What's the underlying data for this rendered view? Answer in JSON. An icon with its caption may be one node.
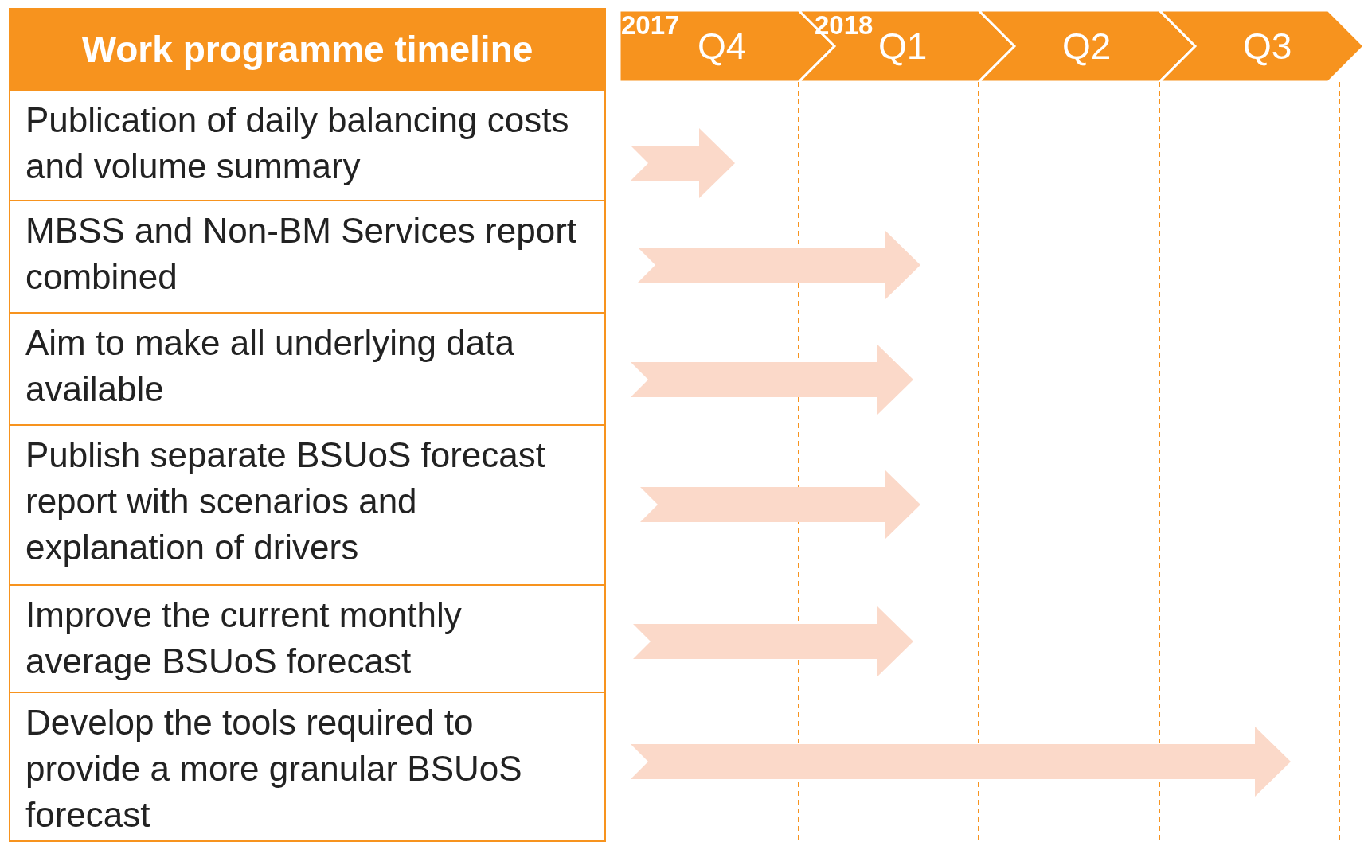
{
  "diagram": {
    "nodes": [
      {
        "text": [
          "Work programme timeline"
        ]
      },
      {
        "text": [
          "2017",
          "Q4"
        ]
      },
      {
        "text": [
          "2018",
          "Q1"
        ]
      },
      {
        "text": [
          "Q2"
        ]
      },
      {
        "text": [
          "Q3"
        ]
      },
      {
        "text": [
          "Publication of daily balancing costs and volume summary"
        ]
      },
      {
        "text": [
          "MBSS and Non-BM Services report combined"
        ]
      },
      {
        "text": [
          "Aim to make all underlying data available"
        ]
      },
      {
        "text": [
          "Publish separate BSUoS forecast report with scenarios and explanation of drivers"
        ]
      },
      {
        "text": [
          "Improve the current monthly average BSUoS forecast"
        ]
      },
      {
        "text": [
          "Develop the tools required to provide a more granular BSUoS forecast"
        ]
      }
    ]
  }
}
